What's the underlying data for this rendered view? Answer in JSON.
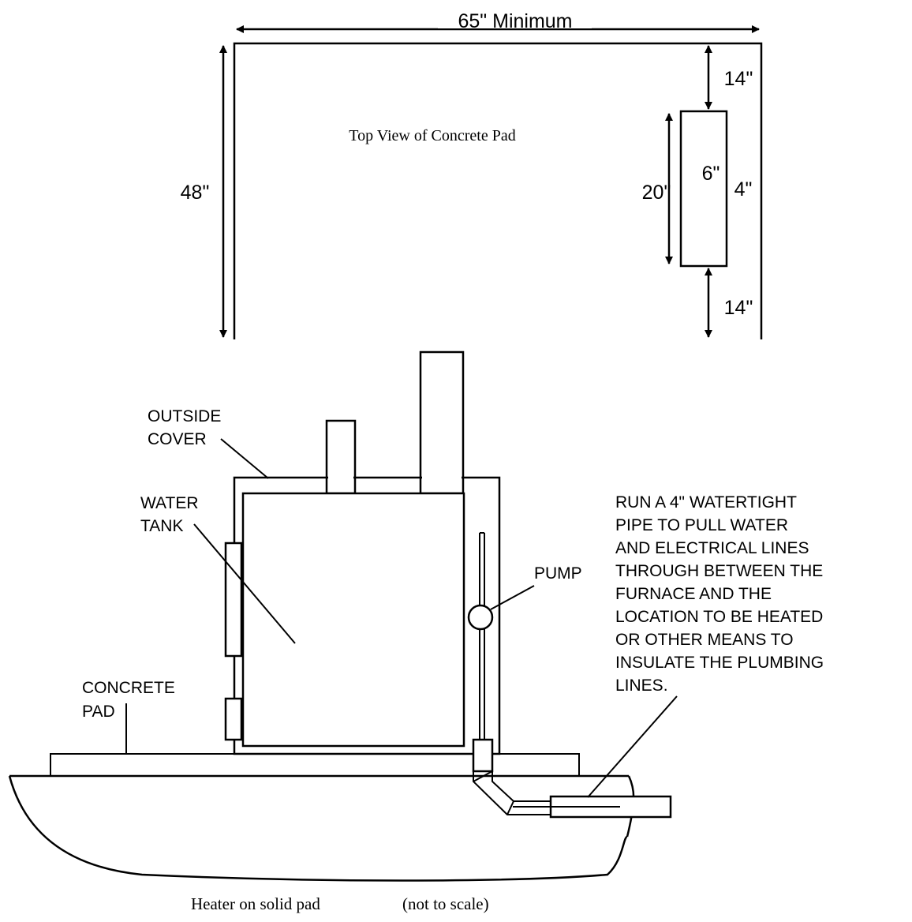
{
  "top_view": {
    "width_label": "65\" Minimum",
    "height_label": "48\"",
    "title": "Top View of Concrete Pad",
    "gap_top_label": "14\"",
    "gap_bottom_label": "14\"",
    "slot_length_label": "20\"",
    "slot_width_label": "6\"",
    "slot_depth_label": "4\""
  },
  "side_view": {
    "outside_cover_label": [
      "OUTSIDE",
      "COVER"
    ],
    "water_tank_label": [
      "WATER",
      "TANK"
    ],
    "pump_label": "PUMP",
    "concrete_pad_label": [
      "CONCRETE",
      "PAD"
    ],
    "pipe_note": [
      "RUN A 4\" WATERTIGHT",
      "PIPE TO PULL WATER",
      "AND ELECTRICAL LINES",
      "THROUGH BETWEEN THE",
      "FURNACE AND THE",
      "LOCATION TO BE HEATED",
      "OR OTHER MEANS TO",
      "INSULATE THE PLUMBING",
      "LINES."
    ]
  },
  "caption": {
    "left": "Heater on solid pad",
    "right": "(not to scale)"
  },
  "colors": {
    "line": "#000000",
    "pad_fill": "#d3d3d3",
    "background": "#ffffff"
  }
}
